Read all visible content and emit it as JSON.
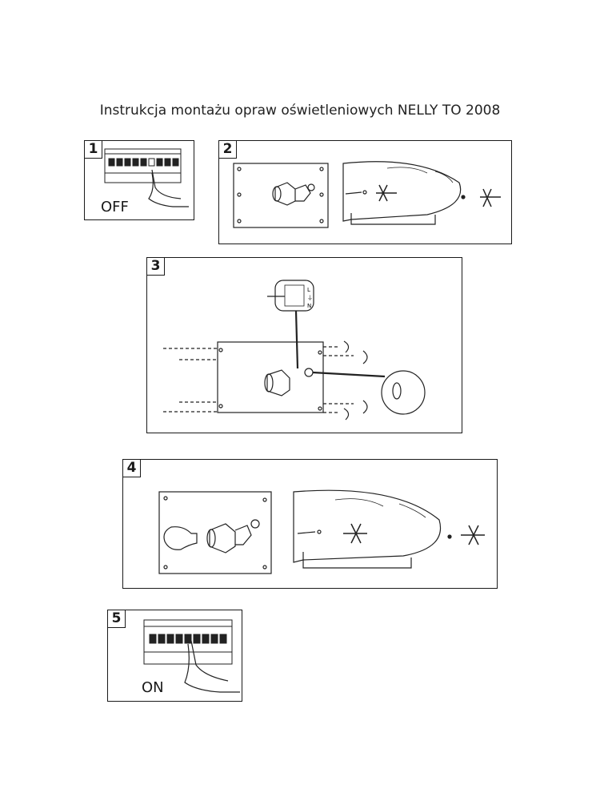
{
  "title": "Instrukcja montażu opraw oświetleniowych NELLY TO 2008",
  "steps": [
    {
      "number": "1",
      "label": "OFF"
    },
    {
      "number": "2",
      "label": ""
    },
    {
      "number": "3",
      "label": ""
    },
    {
      "number": "4",
      "label": ""
    },
    {
      "number": "5",
      "label": "ON"
    }
  ],
  "terminal_labels": [
    "L",
    "⏚",
    "N"
  ]
}
